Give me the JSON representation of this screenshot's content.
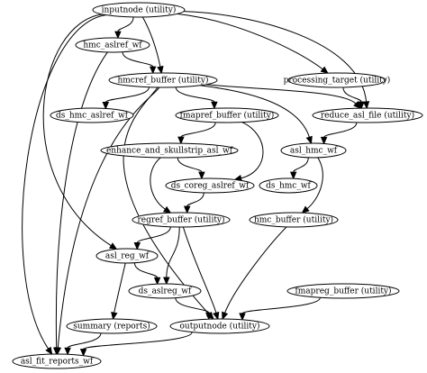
{
  "graph": {
    "nodes": [
      {
        "id": "inputnode",
        "label": "inputnode (utility)"
      },
      {
        "id": "hmc_aslref_wf",
        "label": "hmc_aslref_wf"
      },
      {
        "id": "hmcref_buffer",
        "label": "hmcref_buffer (utility)"
      },
      {
        "id": "processing_target",
        "label": "processing_target (utility)"
      },
      {
        "id": "ds_hmc_aslref_wf",
        "label": "ds_hmc_aslref_wf"
      },
      {
        "id": "fmapref_buffer",
        "label": "fmapref_buffer (utility)"
      },
      {
        "id": "reduce_asl_file",
        "label": "reduce_asl_file (utility)"
      },
      {
        "id": "enhance_and_skullstrip_asl_wf",
        "label": "enhance_and_skullstrip_asl_wf"
      },
      {
        "id": "asl_hmc_wf",
        "label": "asl_hmc_wf"
      },
      {
        "id": "ds_coreg_aslref_wf",
        "label": "ds_coreg_aslref_wf"
      },
      {
        "id": "ds_hmc_wf",
        "label": "ds_hmc_wf"
      },
      {
        "id": "regref_buffer",
        "label": "regref_buffer (utility)"
      },
      {
        "id": "hmc_buffer",
        "label": "hmc_buffer (utility)"
      },
      {
        "id": "asl_reg_wf",
        "label": "asl_reg_wf"
      },
      {
        "id": "ds_aslreg_wf",
        "label": "ds_aslreg_wf"
      },
      {
        "id": "fmapreg_buffer",
        "label": "fmapreg_buffer (utility)"
      },
      {
        "id": "summary",
        "label": "summary (reports)"
      },
      {
        "id": "outputnode",
        "label": "outputnode (utility)"
      },
      {
        "id": "asl_fit_reports_wf",
        "label": "asl_fit_reports_wf"
      }
    ],
    "edges": [
      [
        "inputnode",
        "hmc_aslref_wf"
      ],
      [
        "inputnode",
        "hmcref_buffer"
      ],
      [
        "inputnode",
        "processing_target"
      ],
      [
        "inputnode",
        "reduce_asl_file"
      ],
      [
        "inputnode",
        "asl_reg_wf"
      ],
      [
        "inputnode",
        "asl_fit_reports_wf"
      ],
      [
        "hmc_aslref_wf",
        "hmcref_buffer"
      ],
      [
        "hmc_aslref_wf",
        "asl_fit_reports_wf"
      ],
      [
        "hmcref_buffer",
        "ds_hmc_aslref_wf"
      ],
      [
        "hmcref_buffer",
        "fmapref_buffer"
      ],
      [
        "hmcref_buffer",
        "reduce_asl_file"
      ],
      [
        "hmcref_buffer",
        "asl_hmc_wf"
      ],
      [
        "hmcref_buffer",
        "outputnode"
      ],
      [
        "hmcref_buffer",
        "asl_fit_reports_wf"
      ],
      [
        "processing_target",
        "reduce_asl_file"
      ],
      [
        "fmapref_buffer",
        "enhance_and_skullstrip_asl_wf"
      ],
      [
        "fmapref_buffer",
        "ds_coreg_aslref_wf"
      ],
      [
        "reduce_asl_file",
        "asl_hmc_wf"
      ],
      [
        "enhance_and_skullstrip_asl_wf",
        "ds_coreg_aslref_wf"
      ],
      [
        "enhance_and_skullstrip_asl_wf",
        "regref_buffer"
      ],
      [
        "asl_hmc_wf",
        "ds_hmc_wf"
      ],
      [
        "asl_hmc_wf",
        "hmc_buffer"
      ],
      [
        "ds_coreg_aslref_wf",
        "regref_buffer"
      ],
      [
        "regref_buffer",
        "asl_reg_wf"
      ],
      [
        "regref_buffer",
        "ds_aslreg_wf"
      ],
      [
        "regref_buffer",
        "outputnode"
      ],
      [
        "hmc_buffer",
        "outputnode"
      ],
      [
        "asl_reg_wf",
        "ds_aslreg_wf"
      ],
      [
        "asl_reg_wf",
        "summary"
      ],
      [
        "ds_aslreg_wf",
        "outputnode"
      ],
      [
        "fmapreg_buffer",
        "outputnode"
      ],
      [
        "summary",
        "asl_fit_reports_wf"
      ],
      [
        "outputnode",
        "asl_fit_reports_wf"
      ]
    ]
  }
}
